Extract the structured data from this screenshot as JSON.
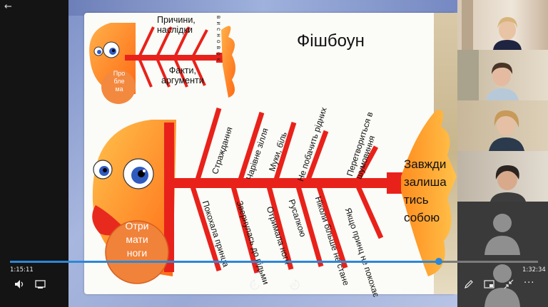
{
  "player": {
    "back_icon": "arrow-left-icon",
    "elapsed": "1:15:11",
    "total": "1:32:34",
    "progress": 0.812,
    "skip_back_label": "10",
    "skip_forward_label": "30"
  },
  "slide": {
    "title": "Фішбоун",
    "small_fish": {
      "top_label": "Причини,\nнаслідки",
      "bottom_label": "Факти,\nаргументи",
      "head_label": "Про\nбле\nма",
      "tail_label": "в и с н о в о к"
    },
    "big_fish": {
      "head_label": "Отри\nмати\nноги",
      "conclusion": "Завжди\nзалиша\nтись\nсобою",
      "upper_bones": [
        "Страждання",
        "Чарівне зілля",
        "Муки, біль",
        "Не побачить рідних",
        "Перетвориться в шумовиння"
      ],
      "lower_bones": [
        "Покохала принца",
        "Звернулась до відьми",
        "Отримала ноги",
        "Русалкою",
        "Ніколи більше не стане",
        "Якщо принц не покохає"
      ]
    }
  },
  "colors": {
    "fish_orange": "#ff6a14",
    "bone_red": "#e8221a",
    "accent_blue": "#2b88d8"
  }
}
